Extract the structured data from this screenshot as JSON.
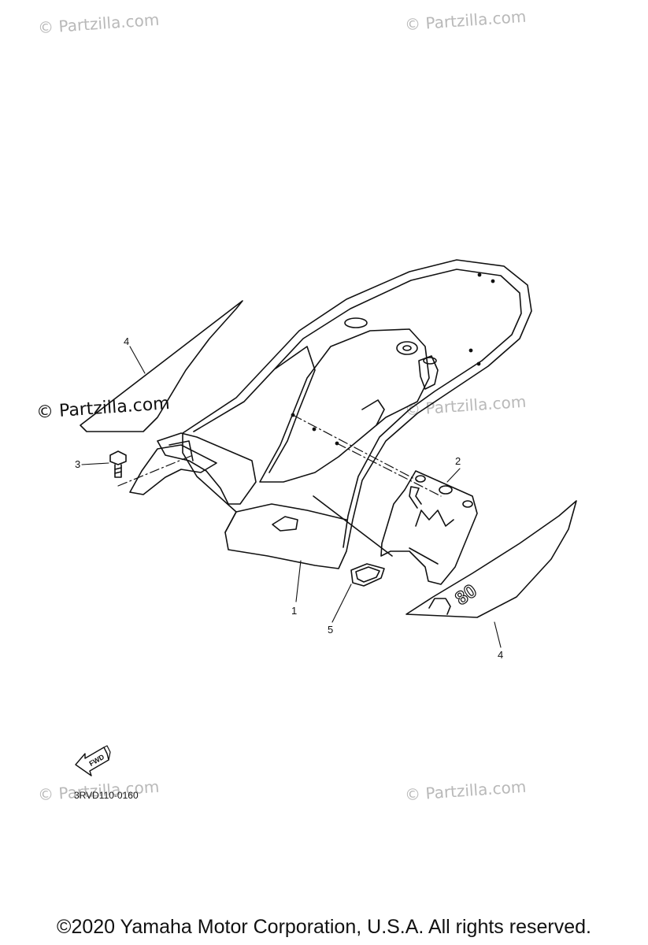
{
  "watermarks": {
    "top_left": "© Partzilla.com",
    "top_right": "© Partzilla.com",
    "mid_left": "© Partzilla.com",
    "mid_right": "© Partzilla.com",
    "bottom_left": "© Partzilla.com",
    "bottom_right": "© Partzilla.com"
  },
  "callouts": {
    "part_1": "1",
    "part_2": "2",
    "part_3": "3",
    "part_4_left": "4",
    "part_4_right": "4",
    "part_5": "5"
  },
  "decal_number": "80",
  "fwd_label": "FWD",
  "diagram_code": "3RVD110-0160",
  "copyright": "©2020 Yamaha Motor Corporation, U.S.A. All rights reserved."
}
